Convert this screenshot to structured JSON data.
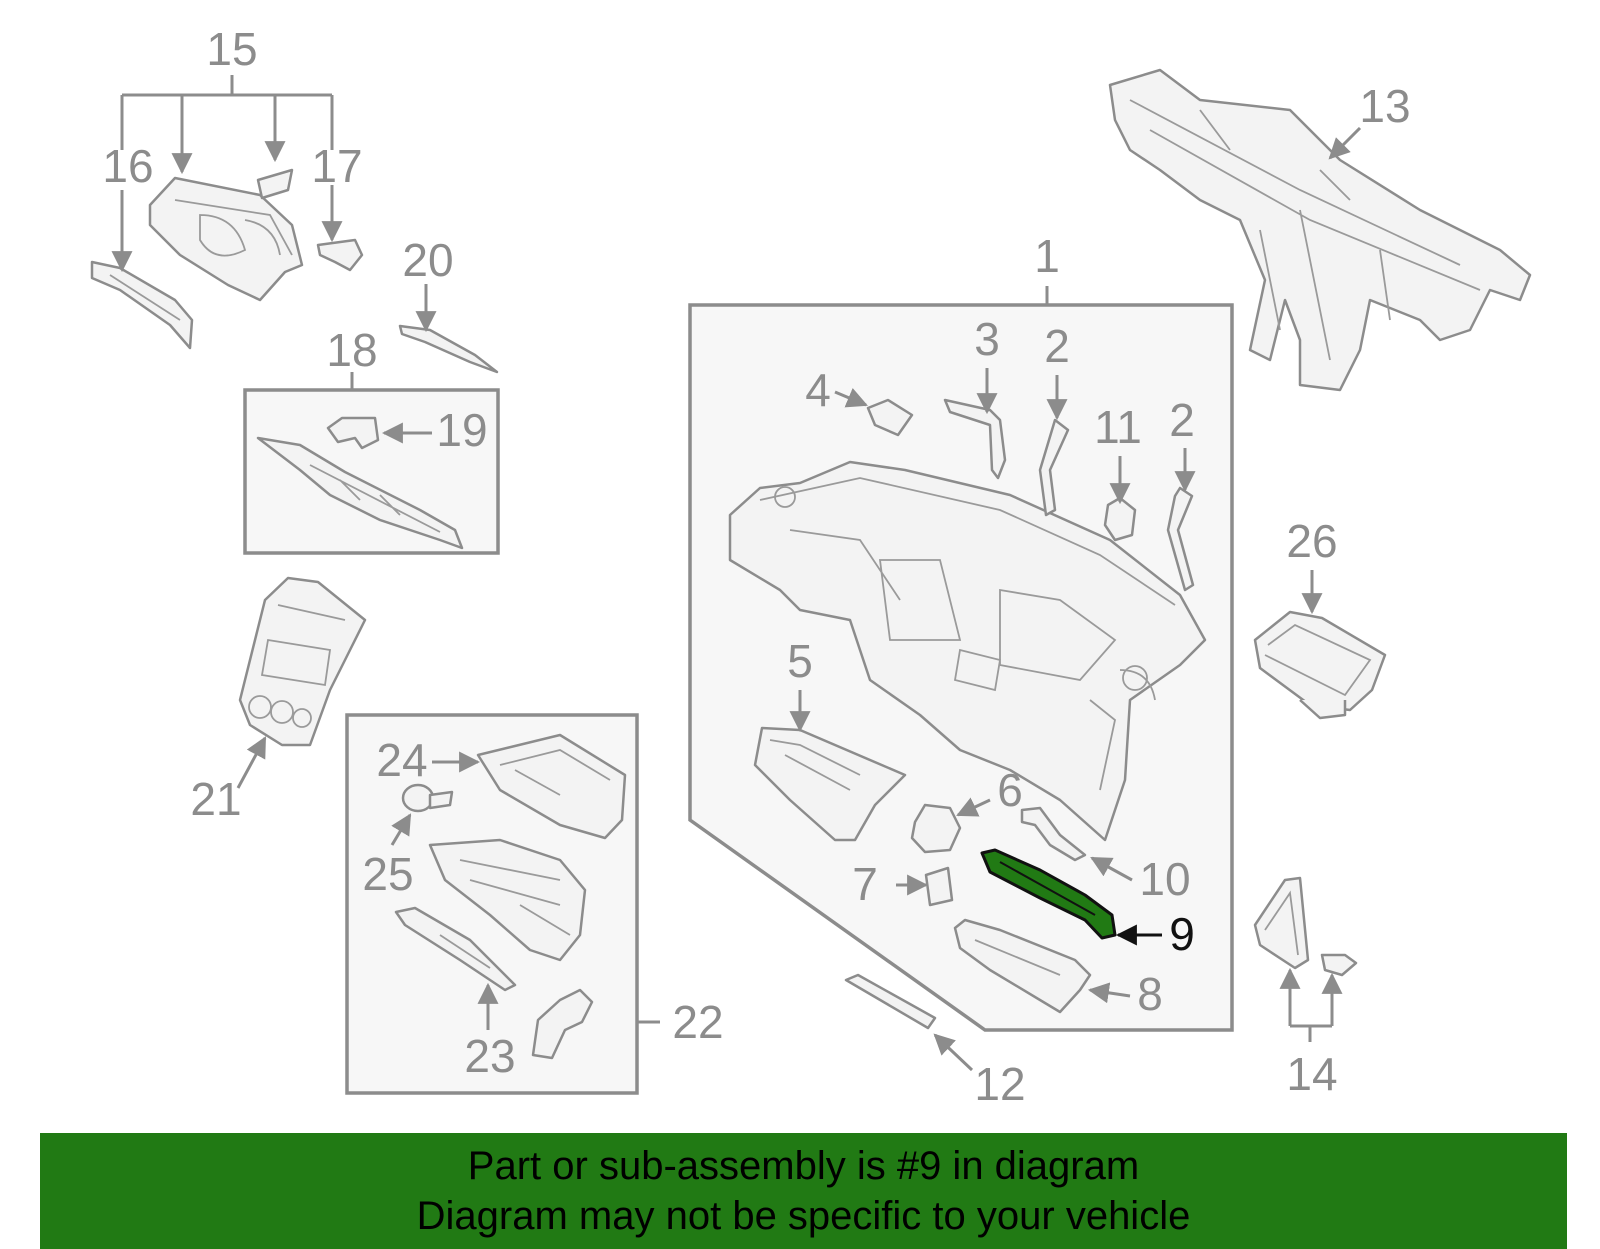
{
  "callouts": {
    "n1": "1",
    "n2a": "2",
    "n2b": "2",
    "n3": "3",
    "n4": "4",
    "n5": "5",
    "n6": "6",
    "n7": "7",
    "n8": "8",
    "n9": "9",
    "n10": "10",
    "n11": "11",
    "n12": "12",
    "n13": "13",
    "n14": "14",
    "n15": "15",
    "n16": "16",
    "n17": "17",
    "n18": "18",
    "n19": "19",
    "n20": "20",
    "n21": "21",
    "n22": "22",
    "n23": "23",
    "n24": "24",
    "n25": "25",
    "n26": "26"
  },
  "highlight": {
    "part_number": "9",
    "color": "#217a14"
  },
  "banner": {
    "line1": "Part or sub-assembly is #9 in diagram",
    "line2": "Diagram may not be specific to your vehicle",
    "background": "#217a14"
  },
  "colors": {
    "drawing": "#8c8c8c",
    "highlight_label": "#111111",
    "box_fill": "#f7f7f7"
  }
}
